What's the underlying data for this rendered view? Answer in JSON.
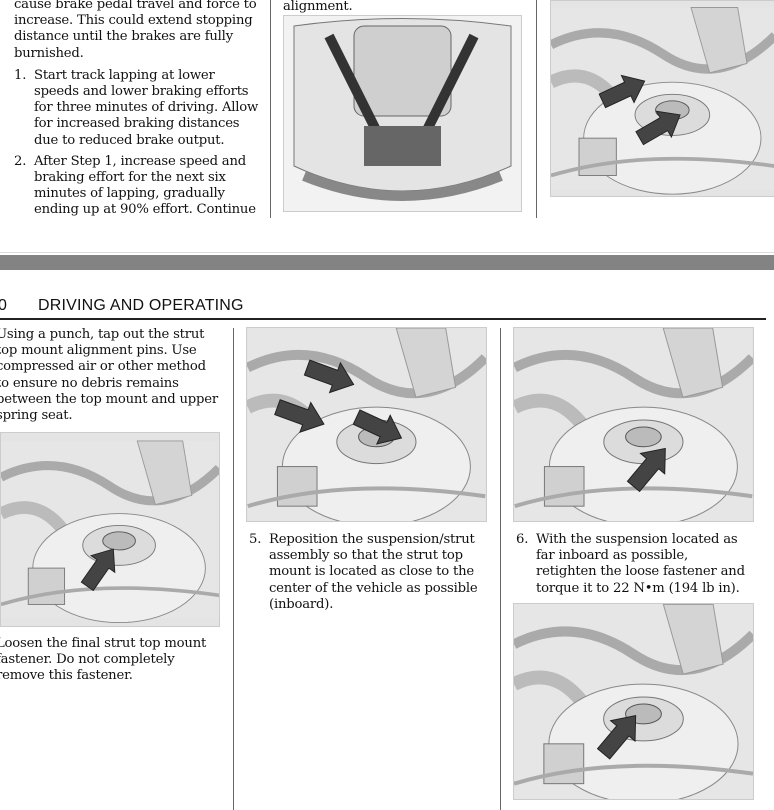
{
  "top_left": {
    "intro": "cause brake pedal travel and force to increase. This could extend stopping distance until the brakes are fully burnished.",
    "steps": [
      {
        "num": "1.",
        "text": "Start track lapping at lower speeds and lower braking efforts for three minutes of driving. Allow for increased braking distances due to reduced brake output."
      },
      {
        "num": "2.",
        "text": "After Step 1, increase speed and braking effort for the next six minutes of lapping, gradually ending up at 90% effort. Continue"
      }
    ]
  },
  "top_middle": {
    "caption_fragment": "alignment."
  },
  "header": {
    "page_number": "0",
    "section_title": "DRIVING AND OPERATING"
  },
  "col1": {
    "text_a": "Using a punch, tap out the strut top mount alignment pins. Use compressed air or other method to ensure no debris remains between the top mount and upper spring seat.",
    "text_b": "Loosen the final strut top mount fastener. Do not completely remove this fastener."
  },
  "col2": {
    "step_num": "5.",
    "step_text": "Reposition the suspension/strut assembly so that the strut top mount is located as close to the center of the vehicle as possible (inboard)."
  },
  "col3": {
    "step_num": "6.",
    "step_text": "With the suspension located as far inboard as possible, retighten the loose fastener and torque it to 22 N•m (194 lb in)."
  }
}
